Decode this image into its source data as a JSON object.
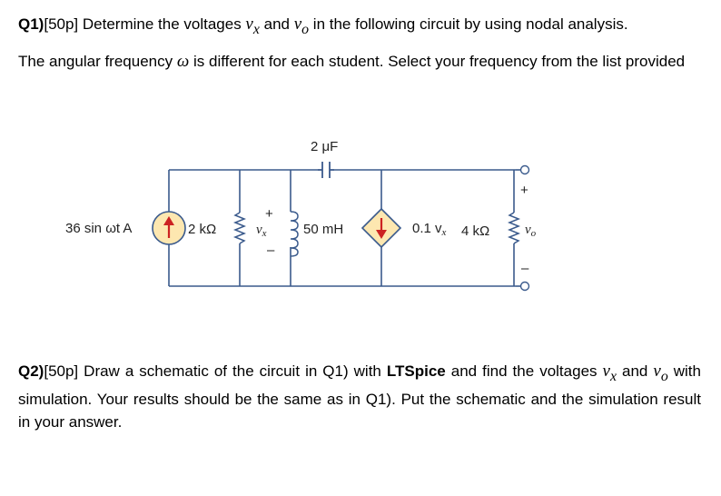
{
  "q1": {
    "label": "Q1)",
    "points": "[50p]",
    "text_a": " Determine the voltages ",
    "vx": "v",
    "vx_sub": "x",
    "and": " and ",
    "vo": "v",
    "vo_sub": "o",
    "text_b": " in the following circuit by using nodal analysis."
  },
  "intro": {
    "text_a": "The angular frequency ",
    "omega": "ω",
    "text_b": " is different for each student. Select your frequency from the list provided"
  },
  "circuit": {
    "source": "36 sin ωt A",
    "r1": "2 kΩ",
    "vx_plus": "+",
    "vx_label": "v",
    "vx_sub": "x",
    "vx_minus": "–",
    "capacitor": "2 μF",
    "inductor": "50 mH",
    "dependent_source": "0.1 v",
    "dependent_sub": "x",
    "r2": "4 kΩ",
    "vo_plus": "+",
    "vo_label": "v",
    "vo_sub": "o",
    "vo_minus": "–",
    "colors": {
      "wire": "#3a5a8c",
      "source_fill": "#fde7b0",
      "arrow": "#cc2222"
    }
  },
  "q2": {
    "label": "Q2)",
    "points": "[50p]",
    "text_a": " Draw a schematic of the circuit in Q1) with ",
    "tool": "LTSpice",
    "text_b": " and find the voltages ",
    "vx": "v",
    "vx_sub": "x",
    "and": " and ",
    "vo": "v",
    "vo_sub": "o",
    "text_c": " with simulation. Your results should be the same as in Q1). Put the schematic and the simulation result in your answer."
  }
}
